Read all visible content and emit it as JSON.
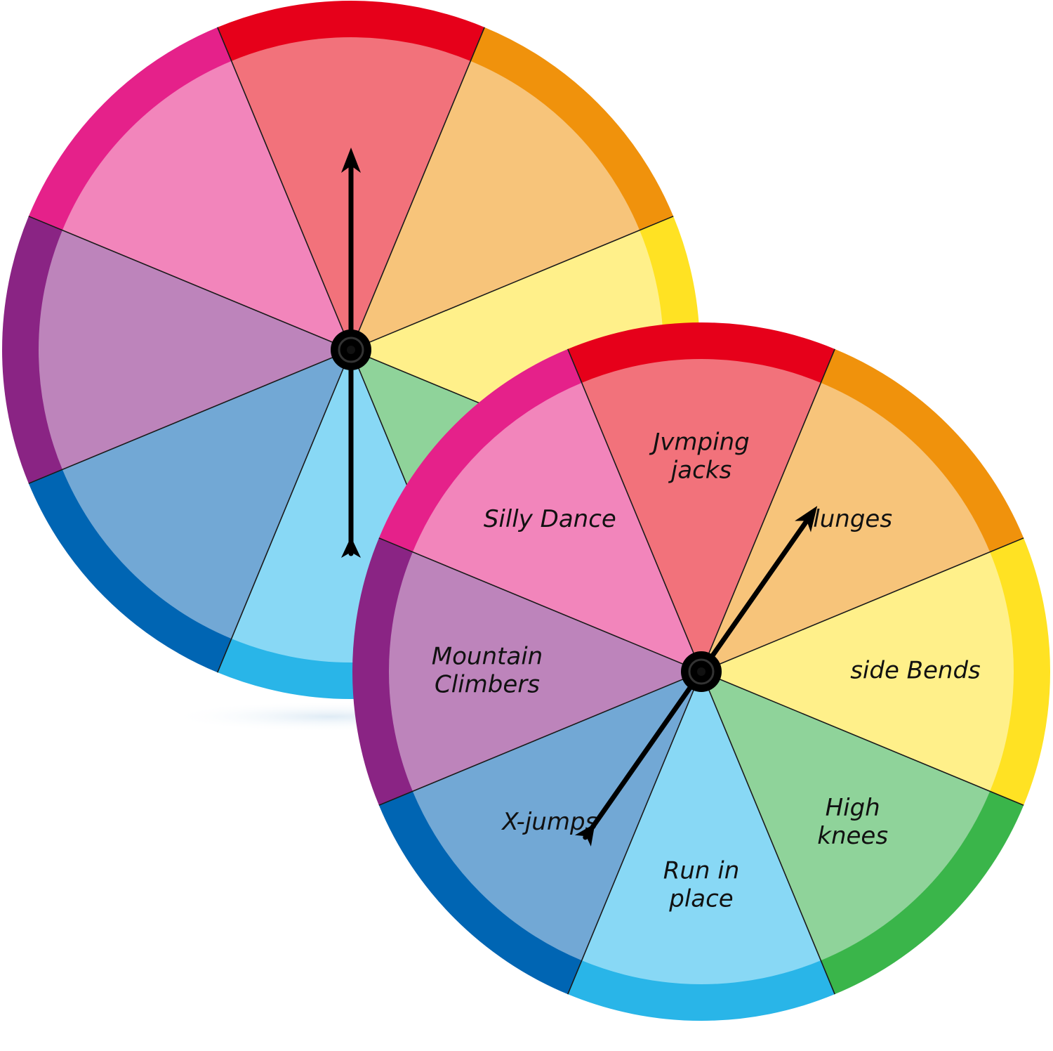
{
  "back_wheel": {
    "segments": [
      {
        "ring": "#e6001a",
        "fill": "#f2727b",
        "label": ""
      },
      {
        "ring": "#f0920c",
        "fill": "#f7c47a",
        "label": ""
      },
      {
        "ring": "#ffe223",
        "fill": "#fff08a",
        "label": ""
      },
      {
        "ring": "#3ab54a",
        "fill": "#8fd39a",
        "label": ""
      },
      {
        "ring": "#29b5e8",
        "fill": "#88d8f5",
        "label": ""
      },
      {
        "ring": "#0065b3",
        "fill": "#72a8d5",
        "label": ""
      },
      {
        "ring": "#8a2484",
        "fill": "#bd84bb",
        "label": ""
      },
      {
        "ring": "#e5218a",
        "fill": "#f285bb",
        "label": ""
      }
    ],
    "pointer_angle_deg": 0
  },
  "front_wheel": {
    "segments": [
      {
        "ring": "#e6001a",
        "fill": "#f2727b",
        "label": [
          "Jvmping",
          "jacks"
        ]
      },
      {
        "ring": "#f0920c",
        "fill": "#f7c47a",
        "label": [
          "lunges"
        ]
      },
      {
        "ring": "#ffe223",
        "fill": "#fff08a",
        "label": [
          "side Bends"
        ]
      },
      {
        "ring": "#3ab54a",
        "fill": "#8fd39a",
        "label": [
          "High",
          "knees"
        ]
      },
      {
        "ring": "#29b5e8",
        "fill": "#88d8f5",
        "label": [
          "Run in",
          "place"
        ]
      },
      {
        "ring": "#0065b3",
        "fill": "#72a8d5",
        "label": [
          "X-jumps"
        ]
      },
      {
        "ring": "#8a2484",
        "fill": "#bd84bb",
        "label": [
          "Mountain",
          "Climbers"
        ]
      },
      {
        "ring": "#e5218a",
        "fill": "#f285bb",
        "label": [
          "Silly Dance"
        ]
      }
    ],
    "pointer_angle_deg": 35
  }
}
